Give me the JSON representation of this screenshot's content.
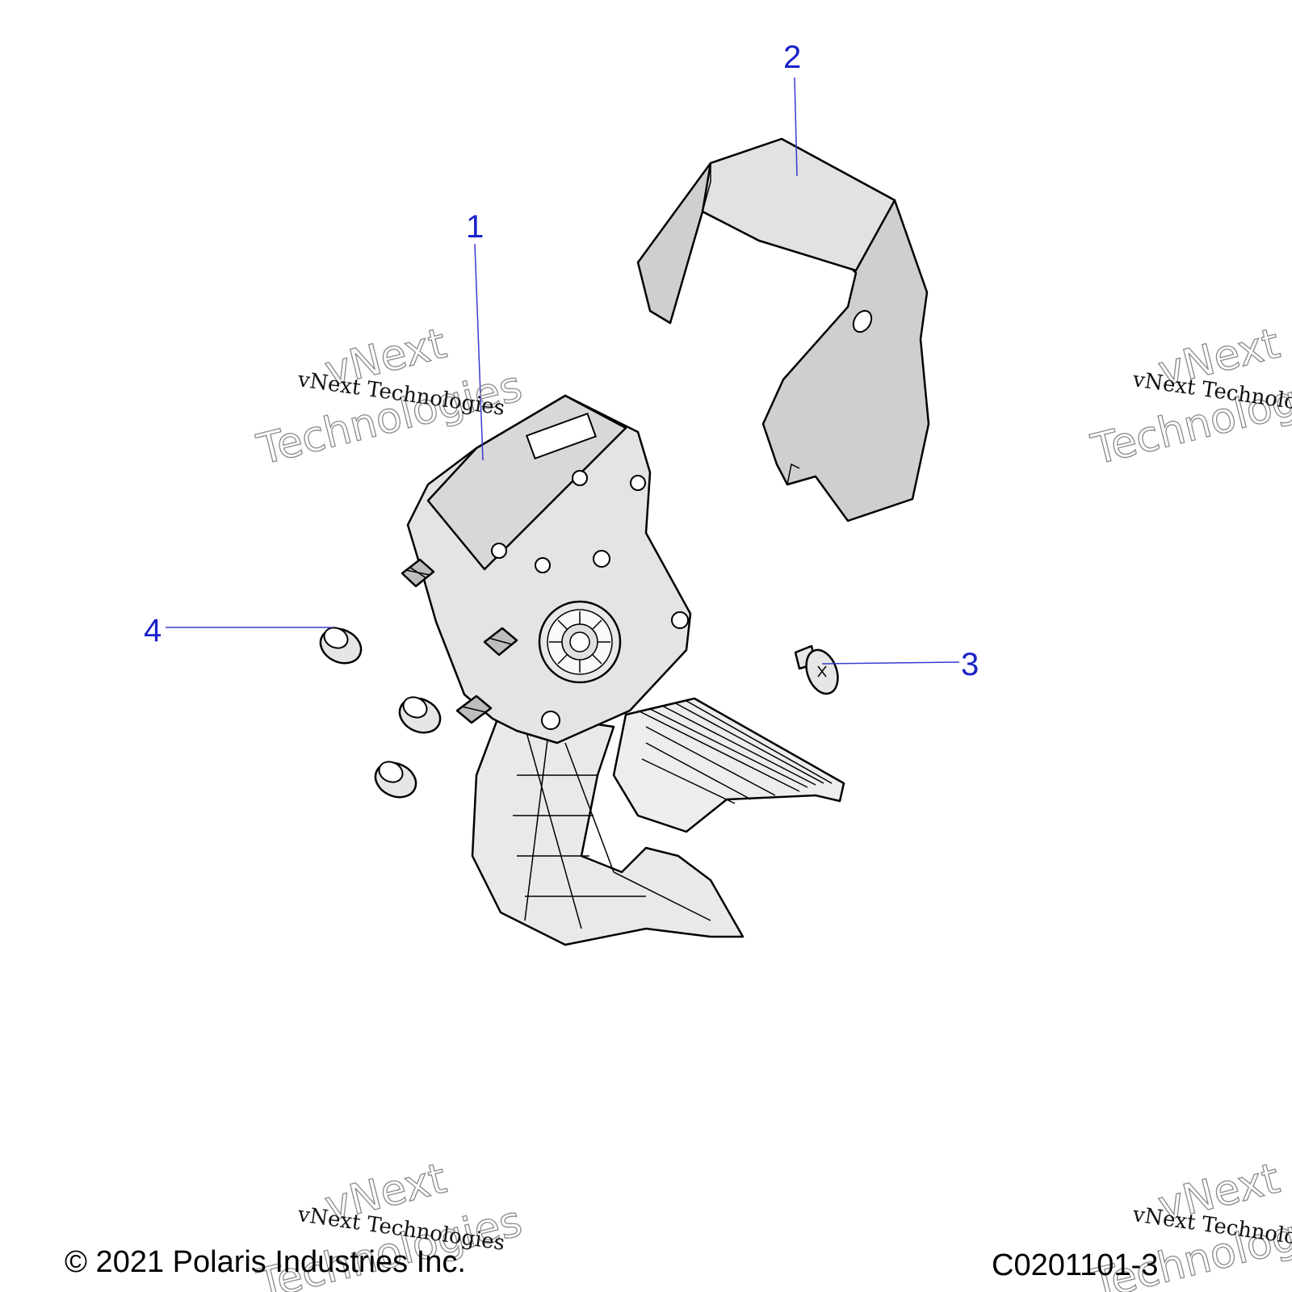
{
  "callouts": [
    {
      "number": "1",
      "part": "pedal-assembly"
    },
    {
      "number": "2",
      "part": "heat-shield"
    },
    {
      "number": "3",
      "part": "screw"
    },
    {
      "number": "4",
      "part": "flange-nut"
    }
  ],
  "watermark": {
    "serif_text": "vNext Technologies",
    "outline_line1": "vNext",
    "outline_line2": "Technologies"
  },
  "footer": {
    "copyright": "© 2021 Polaris Industries Inc.",
    "drawing_id": "C0201101-3"
  },
  "colors": {
    "callout": "#1a22c8",
    "part_fill": "#e6e6e6",
    "shield_fill": "#cfcfcf"
  }
}
